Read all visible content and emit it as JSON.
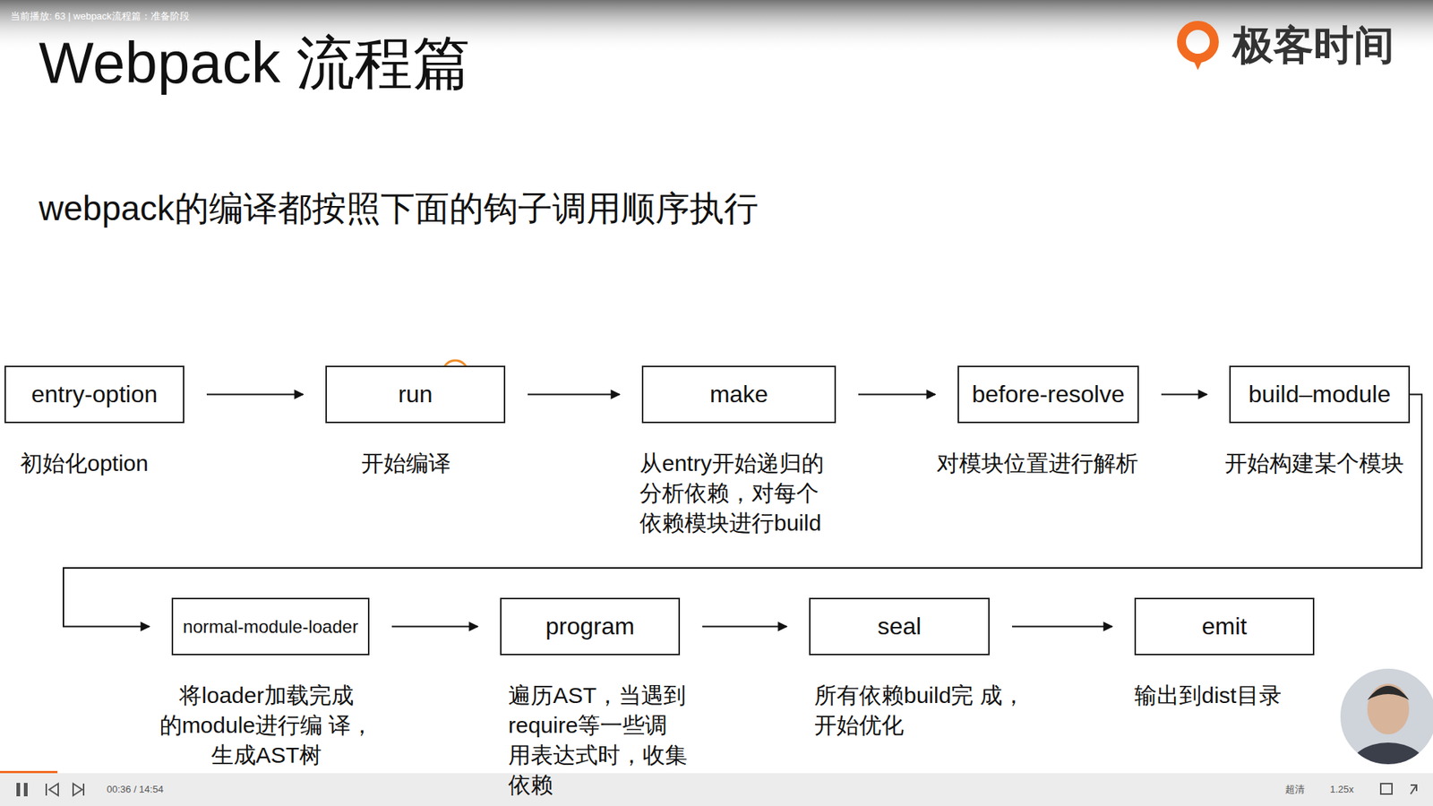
{
  "diagram": {
    "title": "Webpack 流程篇",
    "nodes": [
      {
        "text": [
          "entry-option",
          "初始化option"
        ]
      },
      {
        "text": [
          "run",
          "开始编译"
        ]
      },
      {
        "text": [
          "make",
          "从entry开始递归的 分析依赖，对每个 依赖模块进行build"
        ]
      },
      {
        "text": [
          "before-resolve",
          "对模块位置进行解析"
        ]
      },
      {
        "text": [
          "build–module",
          "开始构建某个模块"
        ]
      },
      {
        "text": [
          "normal-module-loader",
          "将loader加载完成 的module进行编 译，生成AST树"
        ]
      },
      {
        "text": [
          "program",
          "遍历AST，当遇到 require等一些调 用表达式时，收集 依赖"
        ]
      },
      {
        "text": [
          "seal",
          "所有依赖build完 成，开始优化"
        ]
      },
      {
        "text": [
          "emit",
          "输出到dist目录"
        ]
      }
    ],
    "edges": [
      {
        "from": 0,
        "to": 1,
        "arrow": "to"
      },
      {
        "from": 1,
        "to": 2,
        "arrow": "to"
      },
      {
        "from": 2,
        "to": 3,
        "arrow": "to"
      },
      {
        "from": 3,
        "to": 4,
        "arrow": "to"
      },
      {
        "from": 4,
        "to": 5,
        "arrow": "to"
      },
      {
        "from": 5,
        "to": 6,
        "arrow": "to"
      },
      {
        "from": 6,
        "to": 7,
        "arrow": "to"
      },
      {
        "from": 7,
        "to": 8,
        "arrow": "to"
      }
    ],
    "labels": [
      "当前播放: 63 | webpack流程篇：准备阶段",
      "极客时间",
      "webpack的编译都按照下面的钩子调用顺序执行",
      "00:36 / 14:54",
      "超清",
      "1.25x"
    ]
  }
}
